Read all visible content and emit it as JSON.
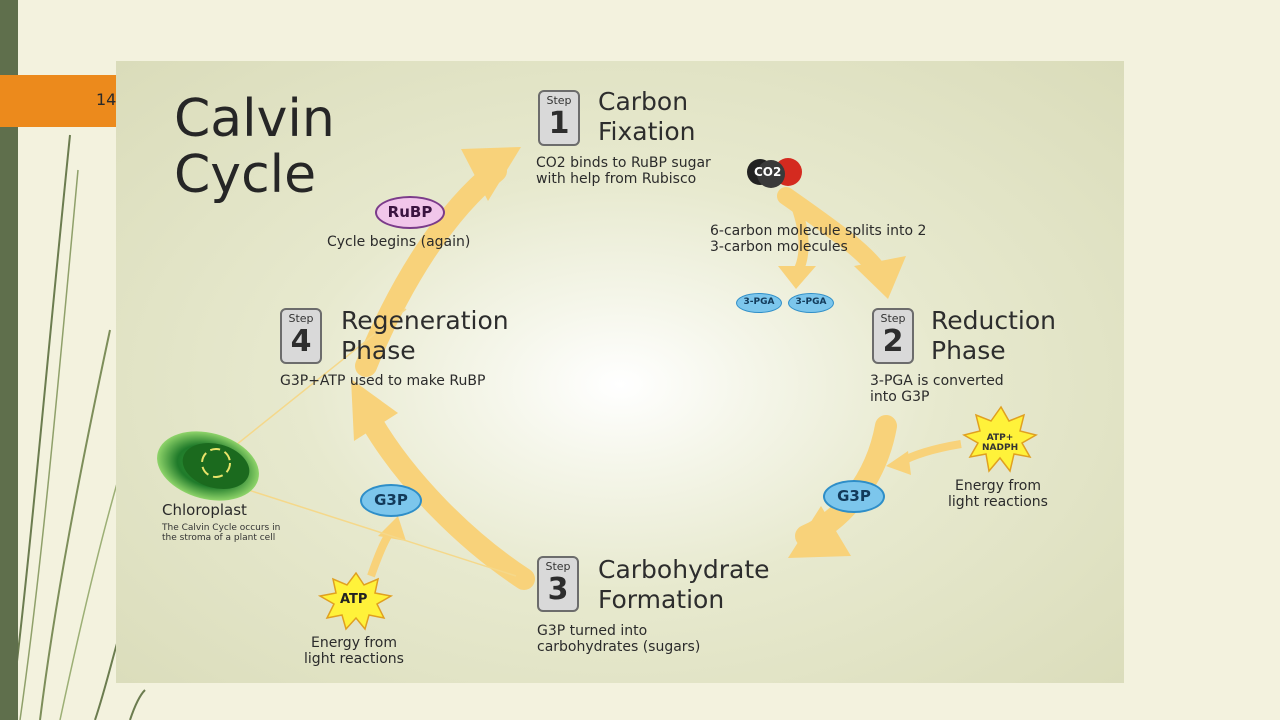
{
  "slide": {
    "number": "14"
  },
  "figure": {
    "title_line1": "Calvin",
    "title_line2": "Cycle",
    "step_label": "Step",
    "step1": {
      "num": "1",
      "head1": "Carbon",
      "head2": "Fixation",
      "desc1": "CO2 binds to RuBP sugar",
      "desc2": "with help from Rubisco"
    },
    "step2": {
      "num": "2",
      "head1": "Reduction",
      "head2": "Phase",
      "desc1": "3-PGA is converted",
      "desc2": "into G3P"
    },
    "step3": {
      "num": "3",
      "head1": "Carbohydrate",
      "head2": "Formation",
      "desc1": "G3P turned into",
      "desc2": "carbohydrates (sugars)"
    },
    "step4": {
      "num": "4",
      "head1": "Regeneration",
      "head2": "Phase",
      "desc": "G3P+ATP used to make RuBP"
    },
    "co2": "CO2",
    "split1": "6-carbon molecule splits into 2",
    "split2": "3-carbon molecules",
    "pga1": "3-PGA",
    "pga2": "3-PGA",
    "g3p_right": "G3P",
    "g3p_left": "G3P",
    "atp_nadph1": "ATP+",
    "atp_nadph2": "NADPH",
    "energy_right1": "Energy from",
    "energy_right2": "light reactions",
    "atp": "ATP",
    "energy_left1": "Energy from",
    "energy_left2": "light reactions",
    "rubp": "RuBP",
    "cycle_begins": "Cycle begins (again)",
    "chloroplast": "Chloroplast",
    "chloro_desc1": "The Calvin Cycle occurs in",
    "chloro_desc2": "the stroma of a plant cell",
    "colors": {
      "arrow": "#f8d27a",
      "g3p": "#7cc6ec",
      "rubp": "#f1c6ea",
      "starburst": "#fff23a"
    }
  }
}
